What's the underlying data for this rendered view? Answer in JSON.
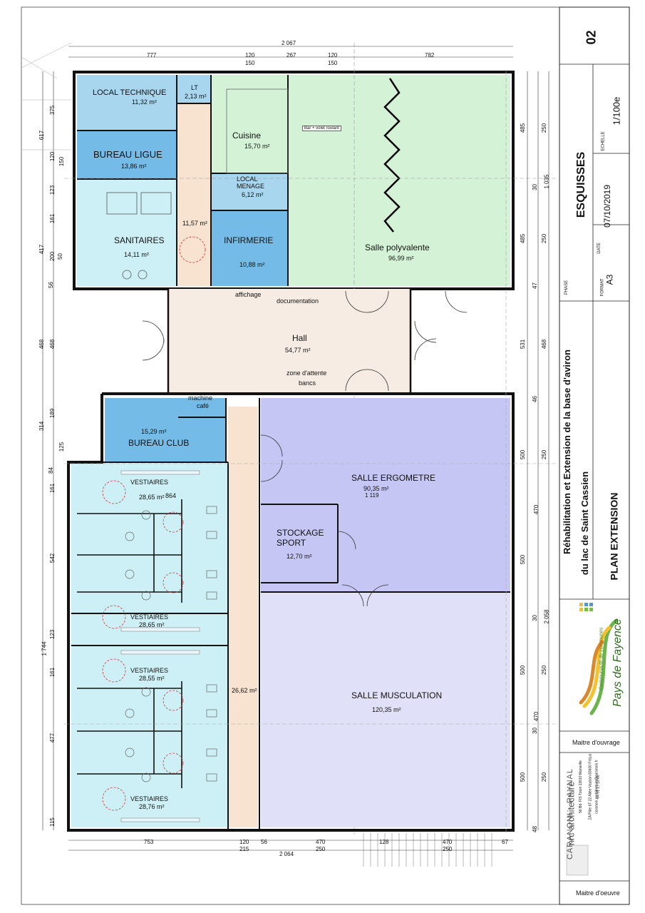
{
  "title_block": {
    "sheet_number": "02",
    "phase_label": "PHASE",
    "phase_value": "ESQUISSES",
    "scale_label": "ECHELLE",
    "scale_value": "1/100e",
    "date_label": "DATE",
    "date_value": "07/10/2019",
    "format_label": "FORMAT",
    "format_value": "A3",
    "project_line1": "Réhabilitation et Extension de la base d'aviron",
    "project_line2": "du lac de Saint Cassien",
    "plan_title": "PLAN EXTENSION",
    "client_label": "Maitre d'ouvrage",
    "client_logo_line1": "Communauté de communes",
    "client_logo_line2": "Pays de Fayence",
    "architect_label": "Maitre d'oeuvre",
    "architect_name1": "CARANONI - RAYNAL",
    "architect_name2": "nrc architecture",
    "architect_addr1": "56 Bd. FIS Tzoin 13010 Marseille",
    "architect_addr2": "ZA Pôle 6T 22 Allée Vauban 83600 Fréjus",
    "architect_addr3": "04 91 17 12 08",
    "architect_addr4": "caranoni.architecture@caranoni.fr"
  },
  "rooms": {
    "local_technique": {
      "name": "LOCAL TECHNIQUE",
      "area": "11,32 m²"
    },
    "lt": {
      "name": "LT",
      "area": "2,13 m²"
    },
    "cuisine": {
      "name": "Cuisine",
      "area": "15,70 m²"
    },
    "bar": {
      "name": "Bar + volet roulant"
    },
    "bureau_ligue": {
      "name": "BUREAU LIGUE",
      "area": "13,86 m²"
    },
    "local_menage": {
      "name": "LOCAL",
      "name2": "MENAGE",
      "area": "6,12 m²"
    },
    "sanitaires": {
      "name": "SANITAIRES",
      "area": "14,11 m²"
    },
    "couloir_nord": {
      "area": "11,57 m²"
    },
    "infirmerie": {
      "name": "INFIRMERIE",
      "area": "10,88 m²"
    },
    "salle_polyvalente": {
      "name": "Salle polyvalente",
      "area": "96,99 m²"
    },
    "hall": {
      "name": "Hall",
      "area": "54,77 m²"
    },
    "affichage": {
      "name": "affichage"
    },
    "documentation": {
      "name": "documentation"
    },
    "zone_attente": {
      "name": "zone d'attente",
      "name2": "bancs"
    },
    "machine_cafe": {
      "name": "machine",
      "name2": "café"
    },
    "bureau_club": {
      "name": "BUREAU CLUB",
      "area": "15,29 m²"
    },
    "salle_ergometre": {
      "name": "SALLE ERGOMETRE",
      "area": "90,35 m²"
    },
    "stockage_sport": {
      "name": "STOCKAGE",
      "name2": "SPORT",
      "area": "12,70 m²"
    },
    "vestiaires_1": {
      "name": "VESTIAIRES",
      "area": "28,65 m²"
    },
    "vestiaires_2": {
      "name": "VESTIAIRES",
      "area": "28,65 m²"
    },
    "vestiaires_3": {
      "name": "VESTIAIRES",
      "area": "28,55 m²"
    },
    "vestiaires_4": {
      "name": "VESTIAIRES",
      "area": "28,76 m²"
    },
    "couloir_sud": {
      "area": "26,62 m²"
    },
    "salle_musculation": {
      "name": "SALLE MUSCULATION",
      "area": "120,35 m²"
    }
  },
  "dimensions": {
    "top_total": "2 067",
    "top_777": "777",
    "top_120a": "120",
    "top_150a": "150",
    "top_267": "267",
    "top_120b": "120",
    "top_150b": "150",
    "top_782": "782",
    "bottom_753": "753",
    "bottom_120": "120",
    "bottom_215": "215",
    "bottom_56": "56",
    "bottom_470a": "470",
    "bottom_250a": "250",
    "bottom_128": "128",
    "bottom_470b": "470",
    "bottom_250b": "250",
    "bottom_67": "67",
    "bottom_total": "2 064",
    "left_375": "375",
    "left_617": "617",
    "left_120": "120",
    "left_150": "150",
    "left_123a": "123",
    "left_161a": "161",
    "left_417": "417",
    "left_200": "200",
    "left_50": "50",
    "left_56": "56",
    "left_468a": "468",
    "left_468b": "468",
    "left_189": "189",
    "left_314": "314",
    "left_125": "125",
    "left_84": "84",
    "left_161b": "161",
    "left_542": "542",
    "left_1744": "1 744",
    "left_123b": "123",
    "left_161c": "161",
    "left_477": "477",
    "left_115": "115",
    "right_485a": "485",
    "right_250a": "250",
    "right_30a": "30",
    "right_1035": "1 035",
    "right_485b": "485",
    "right_250b": "250",
    "right_47": "47",
    "right_531": "531",
    "right_468": "468",
    "right_46": "46",
    "right_500a": "500",
    "right_250c": "250",
    "right_470a": "470",
    "right_500b": "500",
    "right_30b": "30",
    "right_2058": "2 058",
    "right_500c": "500",
    "right_250d": "250",
    "right_470b": "470",
    "right_30c": "30",
    "right_500d": "500",
    "right_250e": "250",
    "right_48": "48",
    "internal_864": "864",
    "internal_1119": "1 119"
  },
  "colors": {
    "technical_blue": "#a9d6ef",
    "office_blue": "#74bbe8",
    "circulation_peach": "#f8e2d0",
    "kitchen_green": "#d4f3d6",
    "sanitary_cyan": "#cdf0f6",
    "sport_purple": "#c6c6f4",
    "musculation_lavender": "#e0e0f8",
    "hall_beige": "#f7ece3"
  }
}
